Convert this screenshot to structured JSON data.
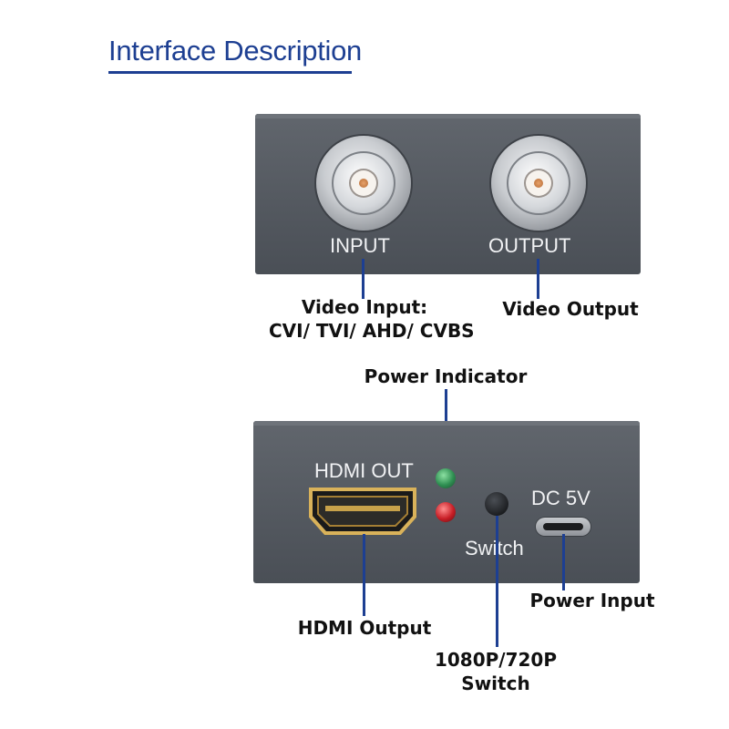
{
  "heading": "Interface Description",
  "top_panel": {
    "input_label": "INPUT",
    "output_label": "OUTPUT"
  },
  "bottom_panel": {
    "hdmi_label": "HDMI OUT",
    "dc_label": "DC 5V",
    "switch_label": "Switch"
  },
  "callouts": {
    "video_input_line1": "Video Input:",
    "video_input_line2": "CVI/ TVI/ AHD/ CVBS",
    "video_output": "Video Output",
    "power_indicator": "Power Indicator",
    "hdmi_output": "HDMI Output",
    "power_input": "Power Input",
    "resolution_switch_line1": "1080P/720P",
    "resolution_switch_line2": "Switch"
  },
  "colors": {
    "accent": "#1d3f92",
    "panel": "#565b62",
    "led_green": "#2f8f52",
    "led_red": "#c81e26"
  },
  "icons": [
    "bnc-input-connector-icon",
    "bnc-output-connector-icon",
    "hdmi-port-icon",
    "green-led-icon",
    "red-led-icon",
    "switch-button-icon",
    "micro-usb-port-icon"
  ]
}
